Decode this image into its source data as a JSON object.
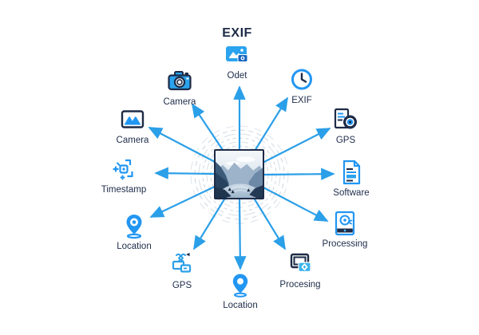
{
  "title": "EXIF",
  "colors": {
    "accent_blue": "#2b9fe8",
    "icon_blue": "#2196f3",
    "navy_text": "#1e2c4a",
    "ring_gray": "#ccd6df",
    "background": "#ffffff"
  },
  "center": {
    "icon": "landscape-photo",
    "description_icon_name": "mountain-lake-photo-icon"
  },
  "spokes": [
    {
      "id": "odet",
      "label": "Odet",
      "icon": "image-photo-icon"
    },
    {
      "id": "exif",
      "label": "EXIF",
      "icon": "clock-icon"
    },
    {
      "id": "gps-disc",
      "label": "GPS",
      "icon": "document-disc-icon"
    },
    {
      "id": "software",
      "label": "Software",
      "icon": "document-icon"
    },
    {
      "id": "processing",
      "label": "Processing",
      "icon": "monitor-gear-icon"
    },
    {
      "id": "procesing",
      "label": "Procesing",
      "icon": "layered-screens-icon"
    },
    {
      "id": "location-bottom",
      "label": "Location",
      "icon": "map-pin-icon"
    },
    {
      "id": "gps-satellite",
      "label": "GPS",
      "icon": "satellite-icon"
    },
    {
      "id": "location-left",
      "label": "Location",
      "icon": "map-pin-icon"
    },
    {
      "id": "timestamp",
      "label": "Timestamp",
      "icon": "process-puzzle-icon"
    },
    {
      "id": "camera-image",
      "label": "Camera",
      "icon": "image-frame-icon"
    },
    {
      "id": "camera-top",
      "label": "Camera",
      "icon": "camera-icon"
    }
  ]
}
